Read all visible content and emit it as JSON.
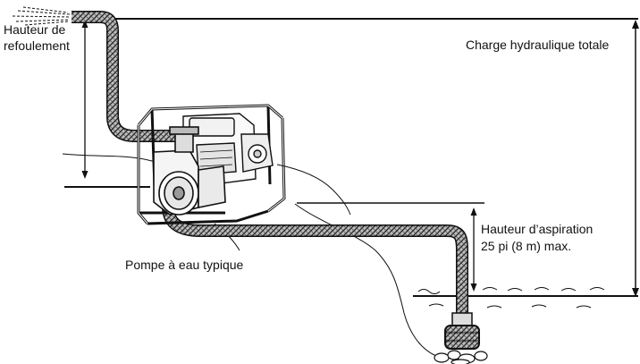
{
  "labels": {
    "discharge_head_line1": "Hauteur de",
    "discharge_head_line2": "refoulement",
    "total_head": "Charge hydraulique totale",
    "pump": "Pompe à eau typique",
    "suction_head_line1": "Hauteur d’aspiration",
    "suction_head_line2": "25 pi (8 m) max."
  },
  "colors": {
    "line": "#111111",
    "hose_fill": "#9a9a9a",
    "background": "#ffffff"
  }
}
